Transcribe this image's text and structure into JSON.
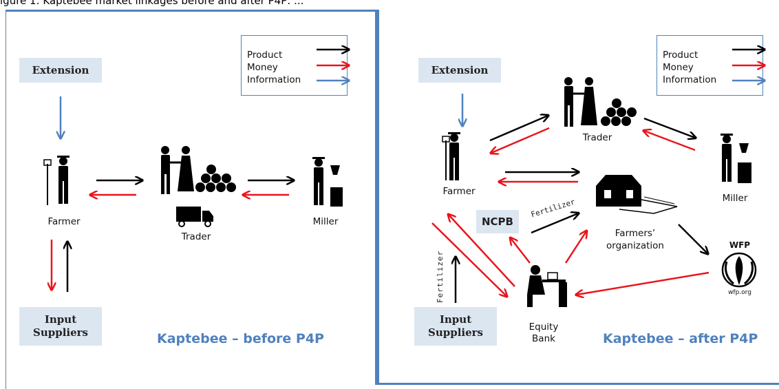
{
  "caption": "igure 1: Kaptebee market linkages before and after P4P: ...",
  "legend": {
    "product": "Product",
    "money": "Money",
    "information": "Information"
  },
  "colors": {
    "product": "#000000",
    "money": "#e8141c",
    "information": "#4f81bd",
    "box_fill": "#dce6f1",
    "title": "#4f81bd"
  },
  "left_panel": {
    "title": "Kaptebee – before P4P",
    "extension": "Extension",
    "input_suppliers_line1": "Input",
    "input_suppliers_line2": "Suppliers",
    "farmer": "Farmer",
    "trader": "Trader",
    "miller": "Miller"
  },
  "right_panel": {
    "title": "Kaptebee – after P4P",
    "extension": "Extension",
    "input_suppliers_line1": "Input",
    "input_suppliers_line2": "Suppliers",
    "farmer": "Farmer",
    "trader": "Trader",
    "miller": "Miller",
    "ncpb": "NCPB",
    "fertilizer_diag": "Fertilizer",
    "fertilizer_vert": "Fertilizer",
    "farmers_org_line1": "Farmers’",
    "farmers_org_line2": "organization",
    "equity_line1": "Equity",
    "equity_line2": "Bank",
    "wfp": "WFP",
    "wfp_url": "wfp.org"
  }
}
